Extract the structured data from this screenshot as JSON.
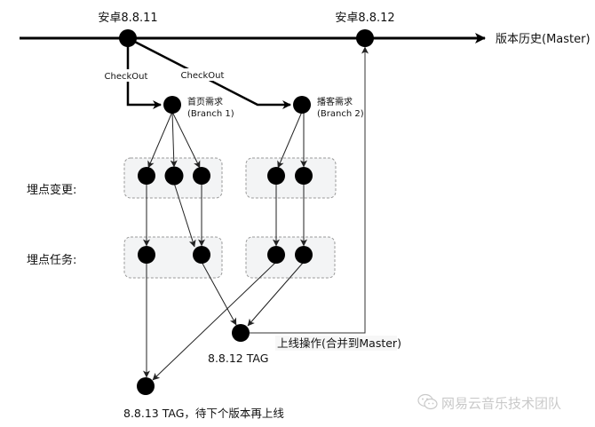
{
  "master": {
    "label": "版本历史(Master)",
    "versions": [
      {
        "id": "v8811",
        "label": "安卓8.8.11"
      },
      {
        "id": "v8812",
        "label": "安卓8.8.12"
      }
    ]
  },
  "checkout_labels": [
    "CheckOut",
    "CheckOut"
  ],
  "branches": [
    {
      "id": "b1",
      "title": "首页需求",
      "subtitle": "(Branch 1)"
    },
    {
      "id": "b2",
      "title": "播客需求",
      "subtitle": "(Branch 2)"
    }
  ],
  "row_labels": {
    "changes": "埋点变更:",
    "tasks": "埋点任务:"
  },
  "merge_label": "上线操作(合并到Master)",
  "tags": {
    "tag_8812": "8.8.12 TAG",
    "tag_8813": "8.8.13 TAG，待下个版本再上线"
  },
  "watermark": {
    "icon": "wechat-icon",
    "text": "网易云音乐技术团队"
  },
  "colors": {
    "node": "#000000",
    "group_fill": "#f3f4f5",
    "group_border": "#9a9a9a",
    "watermark": "#c9c9c9"
  }
}
